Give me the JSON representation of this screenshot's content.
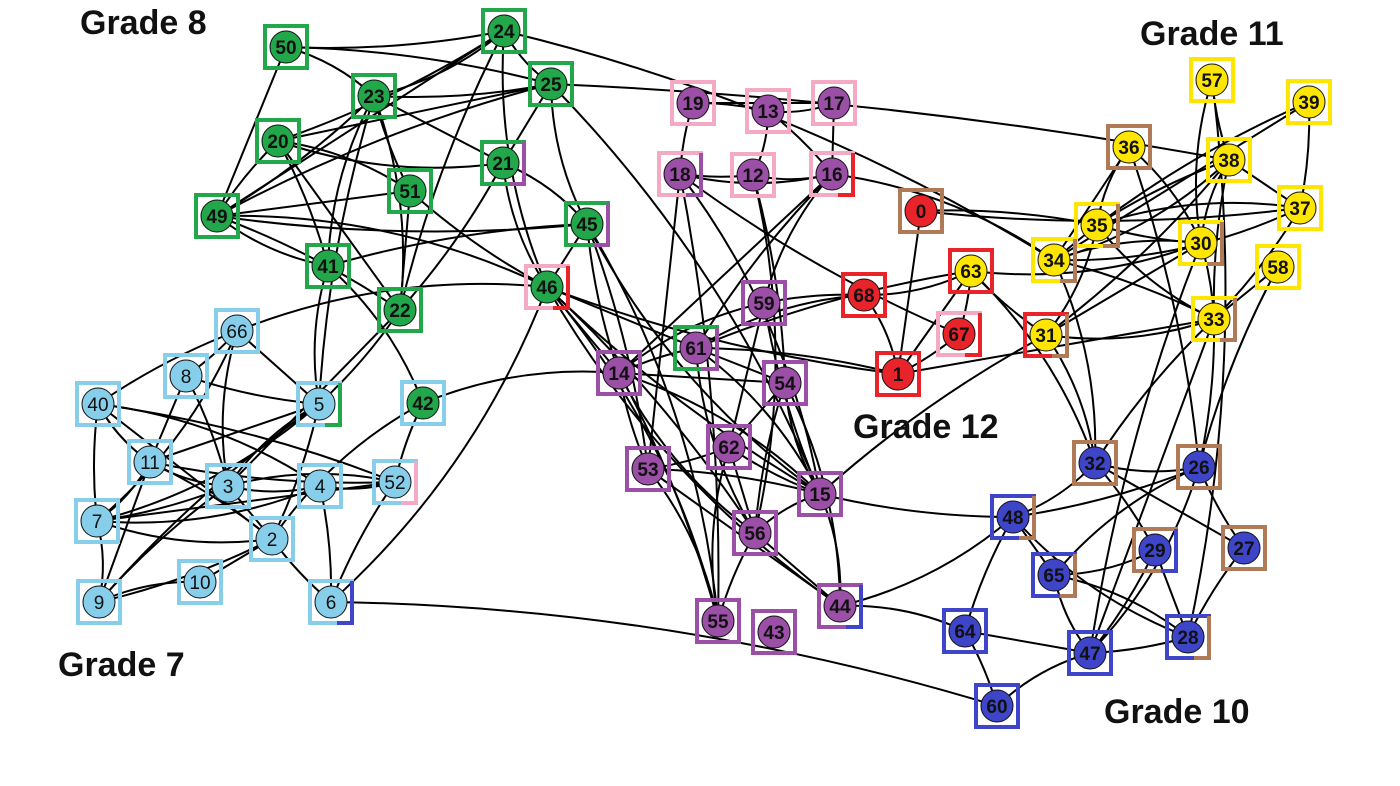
{
  "grades": [
    {
      "id": "g7",
      "label": "Grade 7",
      "color": "#87CEEB"
    },
    {
      "id": "g8",
      "label": "Grade 8",
      "color": "#22A74B"
    },
    {
      "id": "g9",
      "label": "",
      "color": "#9B4FA6"
    },
    {
      "id": "g10",
      "label": "Grade 10",
      "color": "#3F45C8"
    },
    {
      "id": "g11",
      "label": "Grade 11",
      "color": "#FFE600"
    },
    {
      "id": "g12",
      "label": "Grade 12",
      "color": "#E8232A"
    }
  ],
  "other_colors": {
    "pink": "#F4A9C4",
    "brown": "#B07A57",
    "edge": "#000000"
  },
  "nodes": [
    {
      "id": "50",
      "fill": "#22A74B",
      "frame": "#22A74B"
    },
    {
      "id": "24",
      "fill": "#22A74B",
      "frame": "#22A74B"
    },
    {
      "id": "25",
      "fill": "#22A74B",
      "frame": "#22A74B"
    },
    {
      "id": "23",
      "fill": "#22A74B",
      "frame": "#22A74B"
    },
    {
      "id": "20",
      "fill": "#22A74B",
      "frame": "#22A74B"
    },
    {
      "id": "21",
      "fill": "#22A74B",
      "frame": "#22A74B",
      "frame2": "#9B4FA6"
    },
    {
      "id": "51",
      "fill": "#22A74B",
      "frame": "#22A74B"
    },
    {
      "id": "49",
      "fill": "#22A74B",
      "frame": "#22A74B"
    },
    {
      "id": "45",
      "fill": "#22A74B",
      "frame": "#22A74B",
      "frame2": "#9B4FA6"
    },
    {
      "id": "41",
      "fill": "#22A74B",
      "frame": "#22A74B"
    },
    {
      "id": "46",
      "fill": "#22A74B",
      "frame": "#F4A9C4",
      "frame2": "#E8232A"
    },
    {
      "id": "22",
      "fill": "#22A74B",
      "frame": "#22A74B"
    },
    {
      "id": "42",
      "fill": "#22A74B",
      "frame": "#87CEEB"
    },
    {
      "id": "66",
      "fill": "#87CEEB",
      "frame": "#87CEEB"
    },
    {
      "id": "8",
      "fill": "#87CEEB",
      "frame": "#87CEEB"
    },
    {
      "id": "40",
      "fill": "#87CEEB",
      "frame": "#87CEEB"
    },
    {
      "id": "5",
      "fill": "#87CEEB",
      "frame": "#87CEEB",
      "frame2": "#22A74B"
    },
    {
      "id": "11",
      "fill": "#87CEEB",
      "frame": "#87CEEB"
    },
    {
      "id": "3",
      "fill": "#87CEEB",
      "frame": "#87CEEB"
    },
    {
      "id": "4",
      "fill": "#87CEEB",
      "frame": "#87CEEB"
    },
    {
      "id": "52",
      "fill": "#87CEEB",
      "frame": "#87CEEB",
      "frame2": "#F4A9C4"
    },
    {
      "id": "7",
      "fill": "#87CEEB",
      "frame": "#87CEEB"
    },
    {
      "id": "2",
      "fill": "#87CEEB",
      "frame": "#87CEEB"
    },
    {
      "id": "10",
      "fill": "#87CEEB",
      "frame": "#87CEEB"
    },
    {
      "id": "9",
      "fill": "#87CEEB",
      "frame": "#87CEEB"
    },
    {
      "id": "6",
      "fill": "#87CEEB",
      "frame": "#87CEEB",
      "frame2": "#3F45C8"
    },
    {
      "id": "19",
      "fill": "#9B4FA6",
      "frame": "#F4A9C4"
    },
    {
      "id": "13",
      "fill": "#9B4FA6",
      "frame": "#F4A9C4"
    },
    {
      "id": "17",
      "fill": "#9B4FA6",
      "frame": "#F4A9C4"
    },
    {
      "id": "18",
      "fill": "#9B4FA6",
      "frame": "#F4A9C4",
      "frame2": "#9B4FA6"
    },
    {
      "id": "12",
      "fill": "#9B4FA6",
      "frame": "#F4A9C4"
    },
    {
      "id": "16",
      "fill": "#9B4FA6",
      "frame": "#F4A9C4",
      "frame2": "#E8232A"
    },
    {
      "id": "59",
      "fill": "#9B4FA6",
      "frame": "#9B4FA6"
    },
    {
      "id": "61",
      "fill": "#9B4FA6",
      "frame": "#22A74B",
      "frame2": "#9B4FA6"
    },
    {
      "id": "14",
      "fill": "#9B4FA6",
      "frame": "#9B4FA6"
    },
    {
      "id": "54",
      "fill": "#9B4FA6",
      "frame": "#9B4FA6"
    },
    {
      "id": "62",
      "fill": "#9B4FA6",
      "frame": "#9B4FA6"
    },
    {
      "id": "53",
      "fill": "#9B4FA6",
      "frame": "#9B4FA6"
    },
    {
      "id": "15",
      "fill": "#9B4FA6",
      "frame": "#9B4FA6"
    },
    {
      "id": "56",
      "fill": "#9B4FA6",
      "frame": "#9B4FA6"
    },
    {
      "id": "55",
      "fill": "#9B4FA6",
      "frame": "#9B4FA6"
    },
    {
      "id": "43",
      "fill": "#9B4FA6",
      "frame": "#9B4FA6"
    },
    {
      "id": "44",
      "fill": "#9B4FA6",
      "frame": "#9B4FA6",
      "frame2": "#3F45C8"
    },
    {
      "id": "0",
      "fill": "#E8232A",
      "frame": "#B07A57"
    },
    {
      "id": "68",
      "fill": "#E8232A",
      "frame": "#E8232A"
    },
    {
      "id": "63",
      "fill": "#FFE600",
      "frame": "#E8232A"
    },
    {
      "id": "67",
      "fill": "#E8232A",
      "frame": "#F4A9C4",
      "frame2": "#E8232A"
    },
    {
      "id": "1",
      "fill": "#E8232A",
      "frame": "#E8232A"
    },
    {
      "id": "57",
      "fill": "#FFE600",
      "frame": "#FFE600"
    },
    {
      "id": "39",
      "fill": "#FFE600",
      "frame": "#FFE600"
    },
    {
      "id": "36",
      "fill": "#FFE600",
      "frame": "#B07A57"
    },
    {
      "id": "38",
      "fill": "#FFE600",
      "frame": "#FFE600"
    },
    {
      "id": "37",
      "fill": "#FFE600",
      "frame": "#FFE600"
    },
    {
      "id": "35",
      "fill": "#FFE600",
      "frame": "#FFE600",
      "frame2": "#B07A57"
    },
    {
      "id": "30",
      "fill": "#FFE600",
      "frame": "#FFE600",
      "frame2": "#B07A57"
    },
    {
      "id": "34",
      "fill": "#FFE600",
      "frame": "#FFE600",
      "frame2": "#B07A57"
    },
    {
      "id": "58",
      "fill": "#FFE600",
      "frame": "#FFE600"
    },
    {
      "id": "31",
      "fill": "#FFE600",
      "frame": "#E8232A",
      "frame2": "#B07A57"
    },
    {
      "id": "33",
      "fill": "#FFE600",
      "frame": "#FFE600",
      "frame2": "#B07A57"
    },
    {
      "id": "32",
      "fill": "#3F45C8",
      "frame": "#B07A57"
    },
    {
      "id": "26",
      "fill": "#3F45C8",
      "frame": "#B07A57"
    },
    {
      "id": "48",
      "fill": "#3F45C8",
      "frame": "#3F45C8",
      "frame2": "#B07A57"
    },
    {
      "id": "29",
      "fill": "#3F45C8",
      "frame": "#B07A57",
      "frame2": "#3F45C8"
    },
    {
      "id": "27",
      "fill": "#3F45C8",
      "frame": "#B07A57"
    },
    {
      "id": "65",
      "fill": "#3F45C8",
      "frame": "#3F45C8",
      "frame2": "#B07A57"
    },
    {
      "id": "64",
      "fill": "#3F45C8",
      "frame": "#3F45C8"
    },
    {
      "id": "28",
      "fill": "#3F45C8",
      "frame": "#3F45C8",
      "frame2": "#B07A57"
    },
    {
      "id": "47",
      "fill": "#3F45C8",
      "frame": "#3F45C8"
    },
    {
      "id": "60",
      "fill": "#3F45C8",
      "frame": "#3F45C8"
    }
  ],
  "edges": [
    [
      "50",
      "23"
    ],
    [
      "50",
      "25"
    ],
    [
      "50",
      "49"
    ],
    [
      "50",
      "24"
    ],
    [
      "24",
      "25"
    ],
    [
      "24",
      "23"
    ],
    [
      "24",
      "20"
    ],
    [
      "24",
      "49"
    ],
    [
      "24",
      "22"
    ],
    [
      "24",
      "46"
    ],
    [
      "24",
      "34"
    ],
    [
      "25",
      "23"
    ],
    [
      "25",
      "20"
    ],
    [
      "25",
      "49"
    ],
    [
      "25",
      "45"
    ],
    [
      "25",
      "15"
    ],
    [
      "25",
      "38"
    ],
    [
      "25",
      "21"
    ],
    [
      "23",
      "51"
    ],
    [
      "23",
      "41"
    ],
    [
      "23",
      "22"
    ],
    [
      "23",
      "49"
    ],
    [
      "23",
      "21"
    ],
    [
      "23",
      "5"
    ],
    [
      "20",
      "21"
    ],
    [
      "20",
      "51"
    ],
    [
      "20",
      "41"
    ],
    [
      "20",
      "22"
    ],
    [
      "20",
      "49"
    ],
    [
      "21",
      "46"
    ],
    [
      "21",
      "45"
    ],
    [
      "21",
      "22"
    ],
    [
      "49",
      "51"
    ],
    [
      "49",
      "45"
    ],
    [
      "49",
      "41"
    ],
    [
      "49",
      "46"
    ],
    [
      "49",
      "22"
    ],
    [
      "51",
      "22"
    ],
    [
      "51",
      "46"
    ],
    [
      "41",
      "5"
    ],
    [
      "41",
      "42"
    ],
    [
      "41",
      "45"
    ],
    [
      "45",
      "46"
    ],
    [
      "45",
      "14"
    ],
    [
      "45",
      "15"
    ],
    [
      "45",
      "55"
    ],
    [
      "45",
      "53"
    ],
    [
      "46",
      "61"
    ],
    [
      "46",
      "15"
    ],
    [
      "46",
      "44"
    ],
    [
      "46",
      "55"
    ],
    [
      "46",
      "56"
    ],
    [
      "46",
      "14"
    ],
    [
      "46",
      "1"
    ],
    [
      "46",
      "66"
    ],
    [
      "46",
      "6"
    ],
    [
      "22",
      "5"
    ],
    [
      "22",
      "3"
    ],
    [
      "42",
      "52"
    ],
    [
      "42",
      "2"
    ],
    [
      "42",
      "14"
    ],
    [
      "66",
      "8"
    ],
    [
      "66",
      "5"
    ],
    [
      "66",
      "40"
    ],
    [
      "66",
      "3"
    ],
    [
      "66",
      "7"
    ],
    [
      "8",
      "3"
    ],
    [
      "8",
      "11"
    ],
    [
      "8",
      "5"
    ],
    [
      "40",
      "11"
    ],
    [
      "40",
      "4"
    ],
    [
      "40",
      "52"
    ],
    [
      "40",
      "2"
    ],
    [
      "40",
      "7"
    ],
    [
      "5",
      "3"
    ],
    [
      "5",
      "7"
    ],
    [
      "5",
      "2"
    ],
    [
      "5",
      "11"
    ],
    [
      "5",
      "9"
    ],
    [
      "11",
      "3"
    ],
    [
      "11",
      "7"
    ],
    [
      "11",
      "2"
    ],
    [
      "11",
      "9"
    ],
    [
      "11",
      "52"
    ],
    [
      "3",
      "4"
    ],
    [
      "3",
      "52"
    ],
    [
      "3",
      "7"
    ],
    [
      "3",
      "2"
    ],
    [
      "3",
      "9"
    ],
    [
      "4",
      "52"
    ],
    [
      "4",
      "7"
    ],
    [
      "4",
      "6"
    ],
    [
      "52",
      "7"
    ],
    [
      "52",
      "6"
    ],
    [
      "7",
      "2"
    ],
    [
      "7",
      "9"
    ],
    [
      "2",
      "9"
    ],
    [
      "2",
      "10"
    ],
    [
      "2",
      "6"
    ],
    [
      "10",
      "9"
    ],
    [
      "6",
      "60"
    ],
    [
      "19",
      "13"
    ],
    [
      "19",
      "17"
    ],
    [
      "19",
      "18"
    ],
    [
      "13",
      "17"
    ],
    [
      "13",
      "12"
    ],
    [
      "13",
      "16"
    ],
    [
      "17",
      "16"
    ],
    [
      "18",
      "12"
    ],
    [
      "18",
      "16"
    ],
    [
      "18",
      "15"
    ],
    [
      "18",
      "55"
    ],
    [
      "18",
      "53"
    ],
    [
      "18",
      "67"
    ],
    [
      "12",
      "16"
    ],
    [
      "12",
      "56"
    ],
    [
      "12",
      "54"
    ],
    [
      "16",
      "14"
    ],
    [
      "16",
      "61"
    ],
    [
      "16",
      "59"
    ],
    [
      "16",
      "34"
    ],
    [
      "59",
      "68"
    ],
    [
      "59",
      "62"
    ],
    [
      "59",
      "15"
    ],
    [
      "59",
      "14"
    ],
    [
      "61",
      "68"
    ],
    [
      "61",
      "1"
    ],
    [
      "61",
      "54"
    ],
    [
      "61",
      "14"
    ],
    [
      "61",
      "56"
    ],
    [
      "61",
      "15"
    ],
    [
      "61",
      "63"
    ],
    [
      "14",
      "54"
    ],
    [
      "14",
      "53"
    ],
    [
      "14",
      "56"
    ],
    [
      "14",
      "15"
    ],
    [
      "14",
      "55"
    ],
    [
      "54",
      "62"
    ],
    [
      "54",
      "56"
    ],
    [
      "54",
      "15"
    ],
    [
      "54",
      "44"
    ],
    [
      "62",
      "53"
    ],
    [
      "62",
      "56"
    ],
    [
      "62",
      "15"
    ],
    [
      "62",
      "55"
    ],
    [
      "53",
      "55"
    ],
    [
      "53",
      "15"
    ],
    [
      "53",
      "44"
    ],
    [
      "15",
      "48"
    ],
    [
      "15",
      "56"
    ],
    [
      "15",
      "44"
    ],
    [
      "15",
      "31"
    ],
    [
      "56",
      "44"
    ],
    [
      "56",
      "55"
    ],
    [
      "44",
      "48"
    ],
    [
      "44",
      "64"
    ],
    [
      "0",
      "35"
    ],
    [
      "0",
      "1"
    ],
    [
      "0",
      "37"
    ],
    [
      "68",
      "63"
    ],
    [
      "68",
      "1"
    ],
    [
      "63",
      "67"
    ],
    [
      "63",
      "1"
    ],
    [
      "63",
      "31"
    ],
    [
      "63",
      "30"
    ],
    [
      "63",
      "32"
    ],
    [
      "67",
      "1"
    ],
    [
      "1",
      "33"
    ],
    [
      "57",
      "38"
    ],
    [
      "57",
      "30"
    ],
    [
      "57",
      "28"
    ],
    [
      "39",
      "37"
    ],
    [
      "39",
      "34"
    ],
    [
      "39",
      "35"
    ],
    [
      "36",
      "35"
    ],
    [
      "36",
      "30"
    ],
    [
      "36",
      "26"
    ],
    [
      "36",
      "34"
    ],
    [
      "38",
      "35"
    ],
    [
      "38",
      "30"
    ],
    [
      "38",
      "34"
    ],
    [
      "38",
      "31"
    ],
    [
      "38",
      "37"
    ],
    [
      "38",
      "33"
    ],
    [
      "37",
      "35"
    ],
    [
      "37",
      "34"
    ],
    [
      "37",
      "33"
    ],
    [
      "35",
      "34"
    ],
    [
      "35",
      "30"
    ],
    [
      "35",
      "33"
    ],
    [
      "35",
      "31"
    ],
    [
      "30",
      "33"
    ],
    [
      "30",
      "31"
    ],
    [
      "30",
      "47"
    ],
    [
      "30",
      "34"
    ],
    [
      "34",
      "32"
    ],
    [
      "34",
      "33"
    ],
    [
      "58",
      "33"
    ],
    [
      "58",
      "26"
    ],
    [
      "31",
      "33"
    ],
    [
      "31",
      "32"
    ],
    [
      "33",
      "26"
    ],
    [
      "33",
      "47"
    ],
    [
      "33",
      "32"
    ],
    [
      "32",
      "26"
    ],
    [
      "32",
      "48"
    ],
    [
      "32",
      "29"
    ],
    [
      "32",
      "27"
    ],
    [
      "26",
      "27"
    ],
    [
      "26",
      "65"
    ],
    [
      "26",
      "47"
    ],
    [
      "26",
      "48"
    ],
    [
      "48",
      "65"
    ],
    [
      "48",
      "64"
    ],
    [
      "48",
      "28"
    ],
    [
      "29",
      "65"
    ],
    [
      "29",
      "47"
    ],
    [
      "29",
      "28"
    ],
    [
      "27",
      "28"
    ],
    [
      "65",
      "47"
    ],
    [
      "65",
      "28"
    ],
    [
      "64",
      "60"
    ],
    [
      "64",
      "47"
    ],
    [
      "47",
      "28"
    ],
    [
      "47",
      "60"
    ]
  ]
}
